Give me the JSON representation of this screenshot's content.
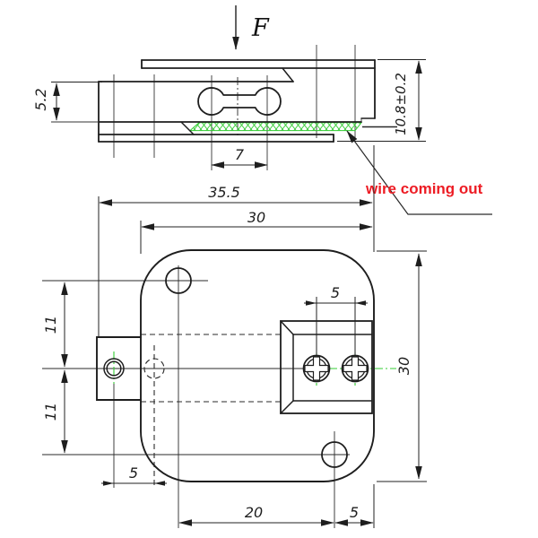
{
  "side_view": {
    "force_label": "F",
    "body_thickness": "5.2",
    "overall_height": "10.8±0.2",
    "slot_width": "7"
  },
  "plan_view": {
    "overall_width": "35.5",
    "body_width": "30",
    "body_height": "30",
    "hole_offset_top": "11",
    "hole_offset_bottom": "11",
    "tab_hole_pitch": "5",
    "terminal_pitch": "5",
    "hole_pitch": "20",
    "hole_edge_offset": "5"
  },
  "annotation": {
    "wire_label": "wire coming out",
    "color": "#ed1c24"
  },
  "colors": {
    "line": "#1e1e1e",
    "green": "#33cc33"
  }
}
